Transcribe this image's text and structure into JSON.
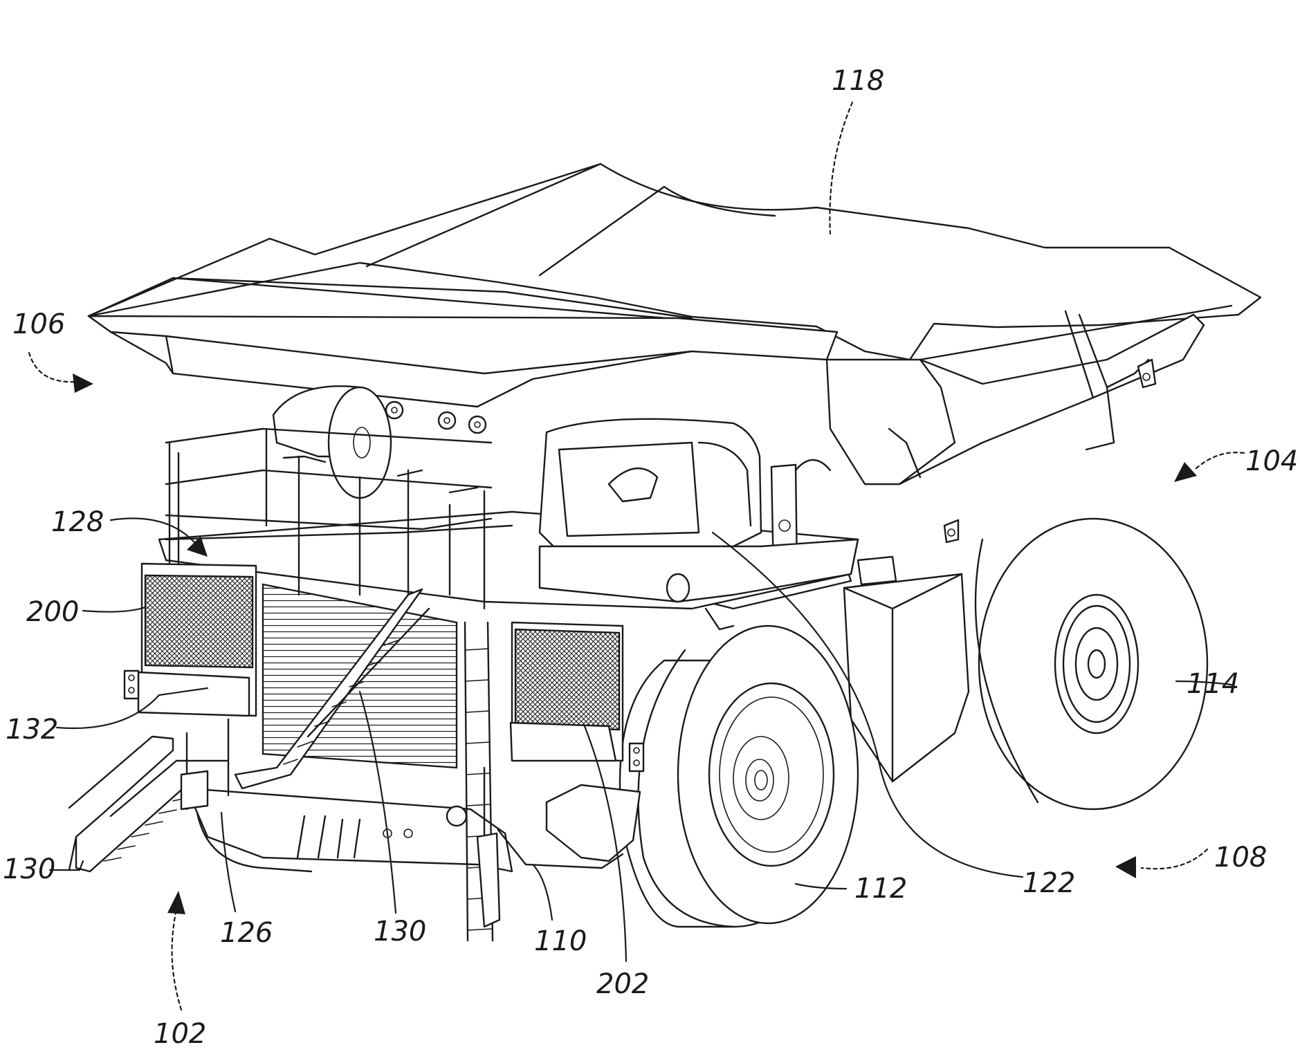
{
  "figure": {
    "reference_numerals": {
      "n102": "102",
      "n104": "104",
      "n106": "106",
      "n108": "108",
      "n110": "110",
      "n112": "112",
      "n114": "114",
      "n118": "118",
      "n122": "122",
      "n126": "126",
      "n128": "128",
      "n130_left": "130",
      "n130_center": "130",
      "n132": "132",
      "n200": "200",
      "n202": "202"
    },
    "colors": {
      "line": "#1a1a1a",
      "background": "#ffffff"
    }
  }
}
